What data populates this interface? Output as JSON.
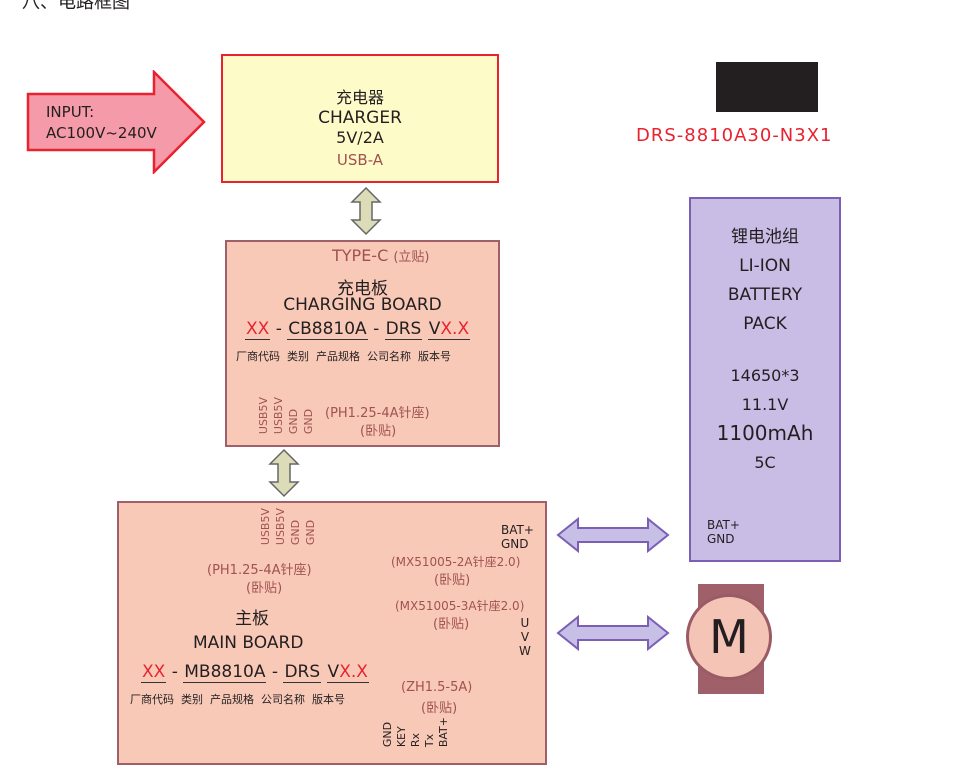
{
  "section_title": "八、电路框图",
  "input": {
    "line1": "INPUT:",
    "line2": "AC100V~240V"
  },
  "charger": {
    "cn": "充电器",
    "en": "CHARGER",
    "spec": "5V/2A",
    "port": "USB-A"
  },
  "model_label": "DRS-8810A30-N3X1",
  "charging_board": {
    "port": "TYPE-C",
    "port_note": "(立贴)",
    "cn": "充电板",
    "en": "CHARGING BOARD",
    "code": {
      "vendor": "XX",
      "sep1": "-",
      "category": "CB8810A",
      "sep2": "-",
      "company": "DRS",
      "ver_prefix": "V",
      "version": "X.X"
    },
    "legend": [
      "厂商代码",
      "类别",
      "产品规格",
      "公司名称",
      "版本号"
    ],
    "pins": [
      "USB5V",
      "USB5V",
      "GND",
      "GND"
    ],
    "connector": "(PH1.25-4A针座)",
    "mount": "(卧贴)"
  },
  "main_board": {
    "cn": "主板",
    "en": "MAIN BOARD",
    "code": {
      "vendor": "XX",
      "sep1": "-",
      "category": "MB8810A",
      "sep2": "-",
      "company": "DRS",
      "ver_prefix": "V",
      "version": "X.X"
    },
    "legend": [
      "厂商代码",
      "类别",
      "产品规格",
      "公司名称",
      "版本号"
    ],
    "pins_top": [
      "USB5V",
      "USB5V",
      "GND",
      "GND"
    ],
    "conn_top": "(PH1.25-4A针座)",
    "mount_top": "(卧贴)",
    "bat_pins": [
      "BAT+",
      "GND"
    ],
    "conn_bat": "(MX51005-2A针座2.0)",
    "mount_bat": "(卧贴)",
    "conn_motor": "(MX51005-3A针座2.0)",
    "mount_motor": "(卧贴)",
    "motor_pins": [
      "U",
      "V",
      "W"
    ],
    "conn_zh": "(ZH1.5-5A)",
    "mount_zh": "(卧贴)",
    "pins_bottom": [
      "GND",
      "KEY",
      "Rx",
      "Tx",
      "BAT+"
    ]
  },
  "battery": {
    "cn": "锂电池组",
    "l1": "LI-ION",
    "l2": "BATTERY",
    "l3": "PACK",
    "cells": "14650*3",
    "voltage": "11.1V",
    "capacity": "1100mAh",
    "rate": "5C",
    "pins": [
      "BAT+",
      "GND"
    ]
  },
  "motor": {
    "symbol": "M"
  },
  "colors": {
    "red": "#e8232f",
    "charger_fill": "#fdfbc8",
    "board_fill": "#f9c9b8",
    "battery_fill": "#c9bde6",
    "purple": "#7b5fb5"
  }
}
